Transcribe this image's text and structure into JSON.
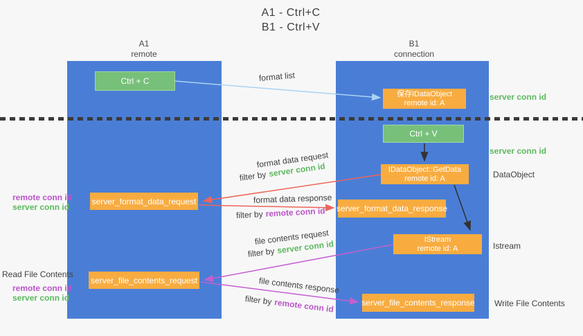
{
  "title": {
    "line1": "A1 - Ctrl+C",
    "line2": "B1 - Ctrl+V"
  },
  "lanes": {
    "left": {
      "name": "A1",
      "sub": "remote"
    },
    "right": {
      "name": "B1",
      "sub": "connection"
    }
  },
  "nodes": {
    "ctrl_c": "Ctrl + C",
    "ctrl_v": "Ctrl + V",
    "save_dataobject": {
      "line1": "保存IDataObject",
      "line2": "remote id: A"
    },
    "getdata": {
      "line1": "IDataObject::GetData",
      "line2": "remote id: A"
    },
    "istream": {
      "line1": "IStream",
      "line2": "remote id: A"
    },
    "format_request": "server_format_data_request",
    "format_response": "server_format_data_response",
    "file_request": "server_file_contents_request",
    "file_response": "server_file_contents_response"
  },
  "labels": {
    "format_list": "format list",
    "format_data_request": "format data request",
    "format_data_response": "format data response",
    "file_contents_request": "file contents request",
    "file_contents_response": "file contents response",
    "filter_by": "filter by",
    "server_conn_id": "server conn id",
    "remote_conn_id": "remote conn id",
    "dataobject": "DataObject",
    "istream": "Istream",
    "write_file_contents": "Write File Contents",
    "read_file_contents": "Read File Contents"
  },
  "colors": {
    "lane_blue": "#4a7ed6",
    "node_orange": "#f8ac40",
    "node_green": "#77c07a",
    "arrow_red": "#ee655a",
    "arrow_magenta": "#c45fd0",
    "arrow_lightblue": "#a9d3f2",
    "arrow_black": "#333333",
    "text_green": "#5cb95f",
    "text_purple": "#b955c8"
  }
}
